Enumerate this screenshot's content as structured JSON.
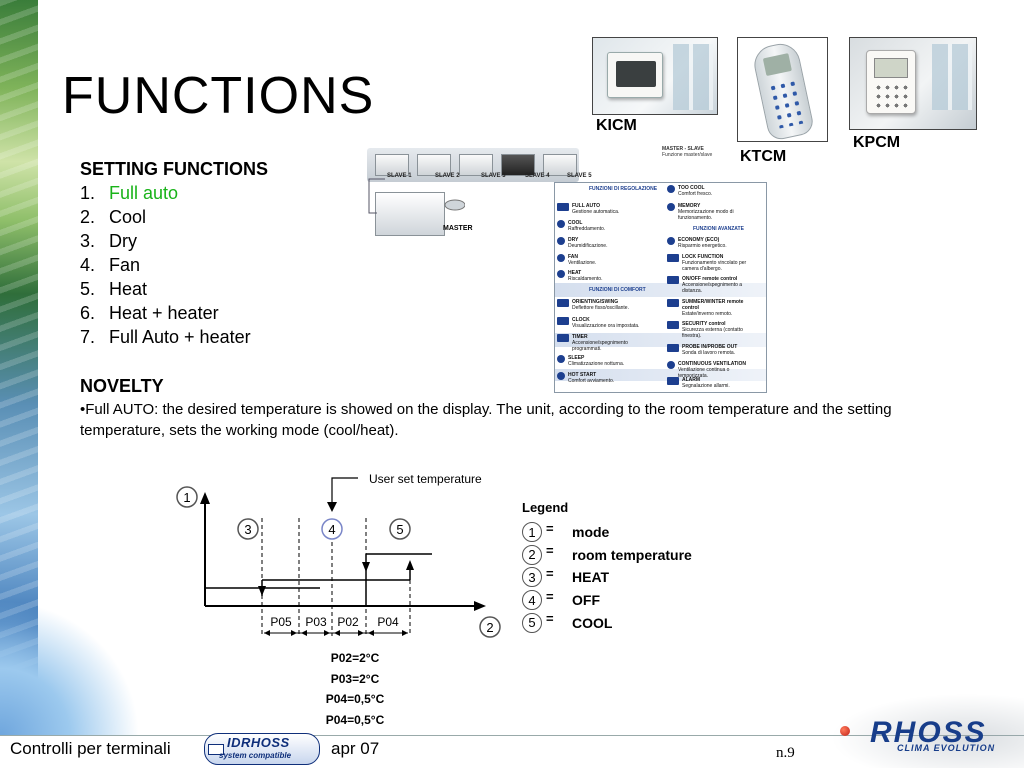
{
  "slide": {
    "title": "FUNCTIONS",
    "setting": {
      "heading": "SETTING FUNCTIONS",
      "items": [
        {
          "num": "1.",
          "label": "Full auto"
        },
        {
          "num": "2.",
          "label": "Cool"
        },
        {
          "num": "3.",
          "label": "Dry"
        },
        {
          "num": "4.",
          "label": "Fan"
        },
        {
          "num": "5.",
          "label": "Heat"
        },
        {
          "num": "6.",
          "label": "Heat + heater"
        },
        {
          "num": "7.",
          "label": "Full Auto + heater"
        }
      ],
      "highlight_color": "#19b319"
    },
    "novelty": {
      "heading": "NOVELTY",
      "body": "•Full AUTO: the desired temperature is showed on the display. The unit, according to the room temperature and the setting temperature, sets the working mode (cool/heat)."
    },
    "products": {
      "kicm": "KICM",
      "ktcm": "KTCM",
      "kpcm": "KPCM"
    },
    "units_image": {
      "slaves": [
        "SLAVE 1",
        "SLAVE 2",
        "SLAVE 3",
        "SLAVE 4",
        "SLAVE 5"
      ],
      "master": "MASTER",
      "ms_title": "MASTER - SLAVE",
      "ms_sub": "Funzione master/slave"
    },
    "function_panel": {
      "left": [
        {
          "head": "FUNZIONI DI REGOLAZIONE"
        },
        {
          "icon": "FULL AUTO",
          "name": "FULL AUTO",
          "desc": "Gestione automatica."
        },
        {
          "name": "COOL",
          "desc": "Raffreddamento."
        },
        {
          "name": "DRY",
          "desc": "Deumidificazione."
        },
        {
          "name": "FAN",
          "desc": "Ventilazione."
        },
        {
          "name": "HEAT",
          "desc": "Riscaldamento."
        },
        {
          "head": "FUNZIONI DI COMFORT"
        },
        {
          "name": "ORIENTING/SWING",
          "desc": "Deflettore fisso/oscillante."
        },
        {
          "name": "CLOCK",
          "desc": "Visualizzazione ora impostata."
        },
        {
          "name": "TIMER",
          "desc": "Accensione/spegnimento programmati."
        },
        {
          "name": "SLEEP",
          "desc": "Climatizzazione notturna."
        },
        {
          "name": "HOT START",
          "desc": "Comfort avviamento."
        }
      ],
      "right": [
        {
          "name": "TOO COOL",
          "desc": "Comfort fresco."
        },
        {
          "name": "MEMORY",
          "desc": "Memorizzazione modo di funzionamento."
        },
        {
          "head": "FUNZIONI AVANZATE"
        },
        {
          "name": "ECONOMY (ECO)",
          "desc": "Risparmio energetico."
        },
        {
          "name": "LOCK FUNCTION",
          "desc": "Funzionamento vincolato per camera d'albergo."
        },
        {
          "name": "ON/OFF remote control",
          "desc": "Accensione/spegnimento a distanza."
        },
        {
          "name": "SUMMER/WINTER remote control",
          "desc": "Estate/inverno remoto."
        },
        {
          "name": "SECURITY control",
          "desc": "Sicurezza esterna (contatto finestra)."
        },
        {
          "name": "PROBE IN/PROBE OUT",
          "desc": "Sonda di lavoro remota."
        },
        {
          "name": "CONTINUOUS VENTILATION",
          "desc": "Ventilazione continua o temporizzata."
        },
        {
          "name": "ALARM",
          "desc": "Segnalazione allarmi."
        }
      ]
    },
    "diagram": {
      "user_set_label": "User set temperature",
      "circles": [
        "1",
        "2",
        "3",
        "4",
        "5"
      ],
      "segments": [
        "P05",
        "P03",
        "P02",
        "P04"
      ],
      "params": [
        "P02=2°C",
        "P03=2°C",
        "P04=0,5°C",
        "P04=0,5°C"
      ]
    },
    "legend": {
      "title": "Legend",
      "items": [
        {
          "num": "1",
          "eq": "=",
          "label": "mode"
        },
        {
          "num": "2",
          "eq": "=",
          "label": "room temperature"
        },
        {
          "num": "3",
          "eq": "=",
          "label": "HEAT"
        },
        {
          "num": "4",
          "eq": "=",
          "label": "OFF"
        },
        {
          "num": "5",
          "eq": "=",
          "label": "COOL"
        }
      ]
    },
    "footer": {
      "left_text": "Controlli per terminali",
      "badge_line1": "IDRHOSS",
      "badge_line2": "system compatible",
      "date": "apr 07",
      "page": "n.9",
      "logo": "RHOSS",
      "logo_tag": "CLIMA EVOLUTION"
    }
  }
}
